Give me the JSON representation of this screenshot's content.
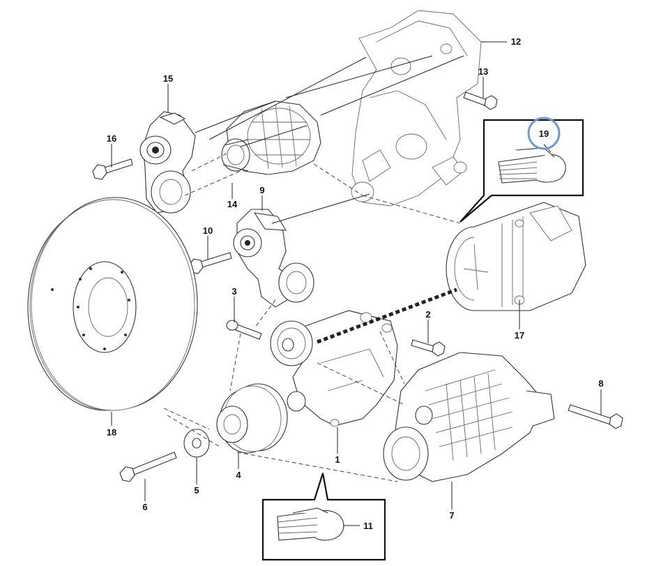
{
  "callouts": {
    "c1": "1",
    "c2": "2",
    "c3": "3",
    "c4": "4",
    "c5": "5",
    "c6": "6",
    "c7": "7",
    "c8": "8",
    "c9": "9",
    "c10": "10",
    "c11": "11",
    "c12": "12",
    "c13": "13",
    "c14": "14",
    "c15": "15",
    "c16": "16",
    "c17": "17",
    "c18": "18",
    "c19": "19"
  },
  "colors": {
    "highlight_ring": "#6d9bd1",
    "line": "#222222"
  },
  "highlighted_callout": "19"
}
